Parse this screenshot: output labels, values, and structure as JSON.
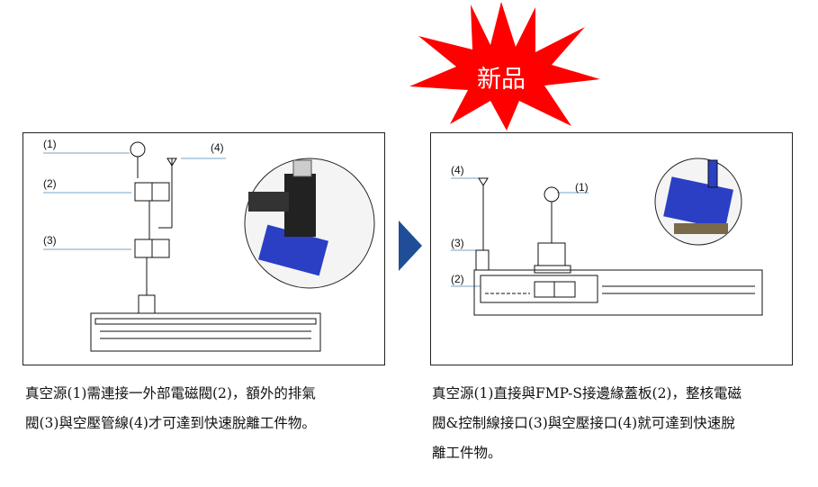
{
  "badge": {
    "label": "新品",
    "color": "#ff0000"
  },
  "left_diagram": {
    "labels": [
      "(1)",
      "(2)",
      "(3)",
      "(4)"
    ]
  },
  "right_diagram": {
    "labels": [
      "(4)",
      "(1)",
      "(3)",
      "(2)"
    ]
  },
  "captions": {
    "left": [
      "真空源(1)需連接一外部電磁閥(2)，額外的排氣",
      "閥(3)與空壓管線(4)才可達到快速脫離工件物。"
    ],
    "right": [
      "真空源(1)直接與FMP-S接邊緣蓋板(2)，整核電磁",
      "閥&控制線接口(3)與空壓接口(4)就可達到快速脫",
      "離工件物。"
    ]
  },
  "colors": {
    "arrow": "#1f4e96",
    "accent_blue": "#2a3fc4"
  }
}
